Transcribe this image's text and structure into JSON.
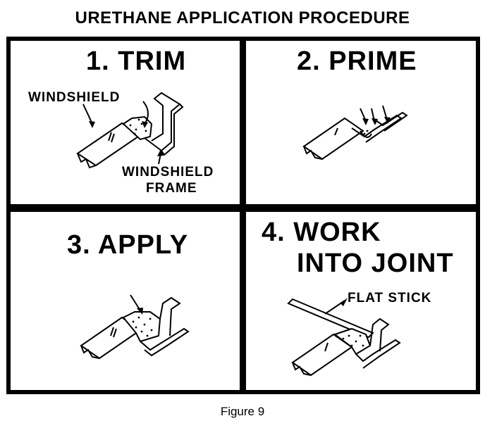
{
  "title": "URETHANE APPLICATION PROCEDURE",
  "steps": [
    {
      "heading": "1. TRIM",
      "labels": {
        "windshield": "WINDSHIELD",
        "frame_line1": "WINDSHIELD",
        "frame_line2": "FRAME"
      }
    },
    {
      "heading": "2. PRIME"
    },
    {
      "heading": "3. APPLY"
    },
    {
      "heading_line1": "4. WORK",
      "heading_line2": "INTO JOINT",
      "labels": {
        "stick": "FLAT STICK"
      }
    }
  ],
  "caption": "Figure 9"
}
